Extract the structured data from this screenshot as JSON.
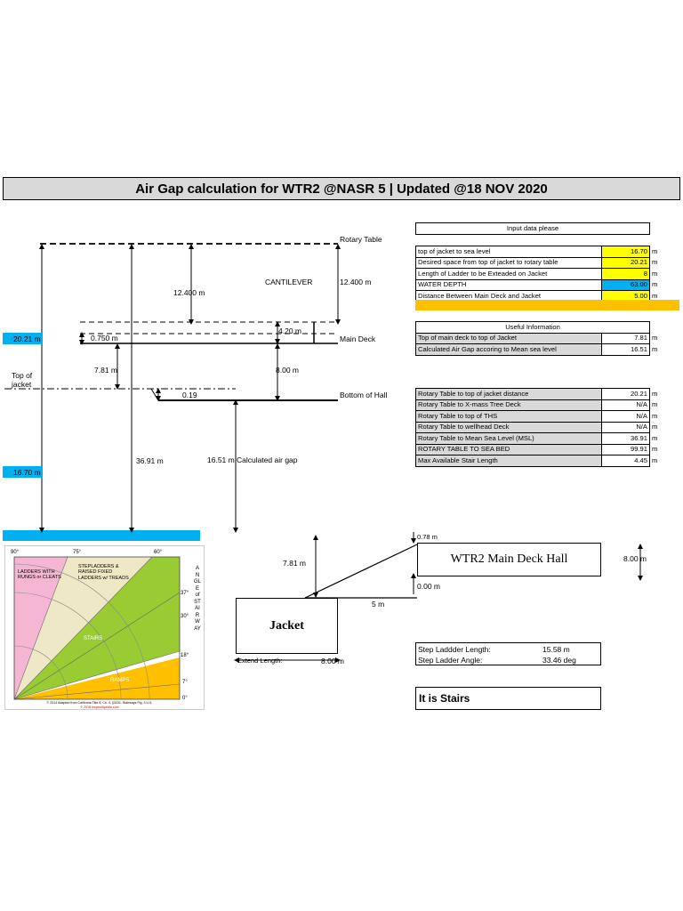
{
  "title": "Air Gap calculation for WTR2 @NASR 5 | Updated @18 NOV 2020",
  "diagram": {
    "rotary_table": "Rotary Table",
    "main_deck": "Main Deck",
    "bottom_of_hall": "Bottom of Hall",
    "top_of_jacket_line1": "Top of",
    "top_of_jacket_line2": "jacket",
    "cantilever": "CANTILEVER",
    "dim_12400_left": "12.400 m",
    "dim_12400_right": "12.400 m",
    "dim_4_20": "4.20 m",
    "dim_0750": "0.750 m",
    "dim_781": "7.81 m",
    "dim_800": "8.00 m",
    "dim_019": "0.19",
    "dim_3691": "36.91 m",
    "dim_1651": "16.51 m",
    "calc_air_gap": "Calculated air gap",
    "badge_2021": "20.21 m",
    "badge_1670": "16.70 m"
  },
  "input_table": {
    "header": "Input data please",
    "rows": [
      {
        "label": "top of jacket to sea level",
        "value": "16.70",
        "unit": "m",
        "color": "yellow"
      },
      {
        "label": "Desired space from top of jacket to rotary table",
        "value": "20.21",
        "unit": "m",
        "color": "yellow"
      },
      {
        "label": "Length of Ladder to be Exteaded on Jacket",
        "value": "8",
        "unit": "m",
        "color": "yellow"
      },
      {
        "label": "WATER DEPTH",
        "value": "63.00",
        "unit": "m",
        "color": "blue"
      },
      {
        "label": "Distance Between Main Deck and Jacket",
        "value": "5.00",
        "unit": "m",
        "color": "yellow"
      }
    ]
  },
  "useful_table": {
    "header": "Useful Information",
    "rows": [
      {
        "label": "Top of main deck to top of Jacket",
        "value": "7.81",
        "unit": "m"
      },
      {
        "label": "Calculated Air Gap accoring to Mean sea level",
        "value": "16.51",
        "unit": "m"
      }
    ]
  },
  "rotary_table": {
    "rows": [
      {
        "label": "Rotary Table to top of jacket distance",
        "value": "20.21",
        "unit": "m"
      },
      {
        "label": "Rotary Table to X-mass Tree Deck",
        "value": "N/A",
        "unit": "m"
      },
      {
        "label": "Rotary Table to top of THS",
        "value": "N/A",
        "unit": "m"
      },
      {
        "label": "Rotary Table to wellhead Deck",
        "value": "N/A",
        "unit": "m"
      },
      {
        "label": "Rotary Table to Mean Sea Level (MSL)",
        "value": "36.91",
        "unit": "m"
      },
      {
        "label": "ROTARY TABLE TO SEA BED",
        "value": "99.91",
        "unit": "m"
      },
      {
        "label": "Max Available Stair Length",
        "value": "4.45",
        "unit": "m"
      }
    ]
  },
  "stair_sketch": {
    "hall_label": "WTR2 Main Deck Hall",
    "jacket_label": "Jacket",
    "dim_078": "0.78 m",
    "dim_000": "0.00 m",
    "dim_781": "7.81 m",
    "dim_5m": "5 m",
    "dim_800_right": "8.00 m",
    "extend_length_label": "Extend Length:",
    "extend_length_value": "8.00 m"
  },
  "results": {
    "step_length_label": "Step Laddder Length:",
    "step_length_value": "15.58 m",
    "step_angle_label": "Step Ladder Angle:",
    "step_angle_value": "33.46 deg",
    "verdict": "It is Stairs"
  },
  "angle_chart": {
    "deg_90": "90°",
    "deg_75": "75°",
    "deg_60": "60°",
    "deg_37": "37°",
    "deg_30": "30°",
    "deg_18": "18°",
    "deg_7": "7°",
    "deg_0": "0°",
    "zone_ladders": "LADDERS WITH RUNGS or CLEATS",
    "zone_stepladders": "STEPLADDERS & RAISED FIXED LADDERS w/ TREADS",
    "zone_stairs": "STAIRS",
    "zone_ramps": "RAMPS",
    "side_text": "ANGLE of STAIRWAY",
    "footnote": "© 2014 Adapted from California Title 8, Ch. 4, §3231. Stairways Fig. 3 U.S.",
    "footnote2": "© 2018 InspectApedia.com",
    "colors": {
      "pink": "#f4b6d2",
      "tan": "#efe8c6",
      "green": "#99cc33",
      "orange": "#ffc000"
    }
  }
}
